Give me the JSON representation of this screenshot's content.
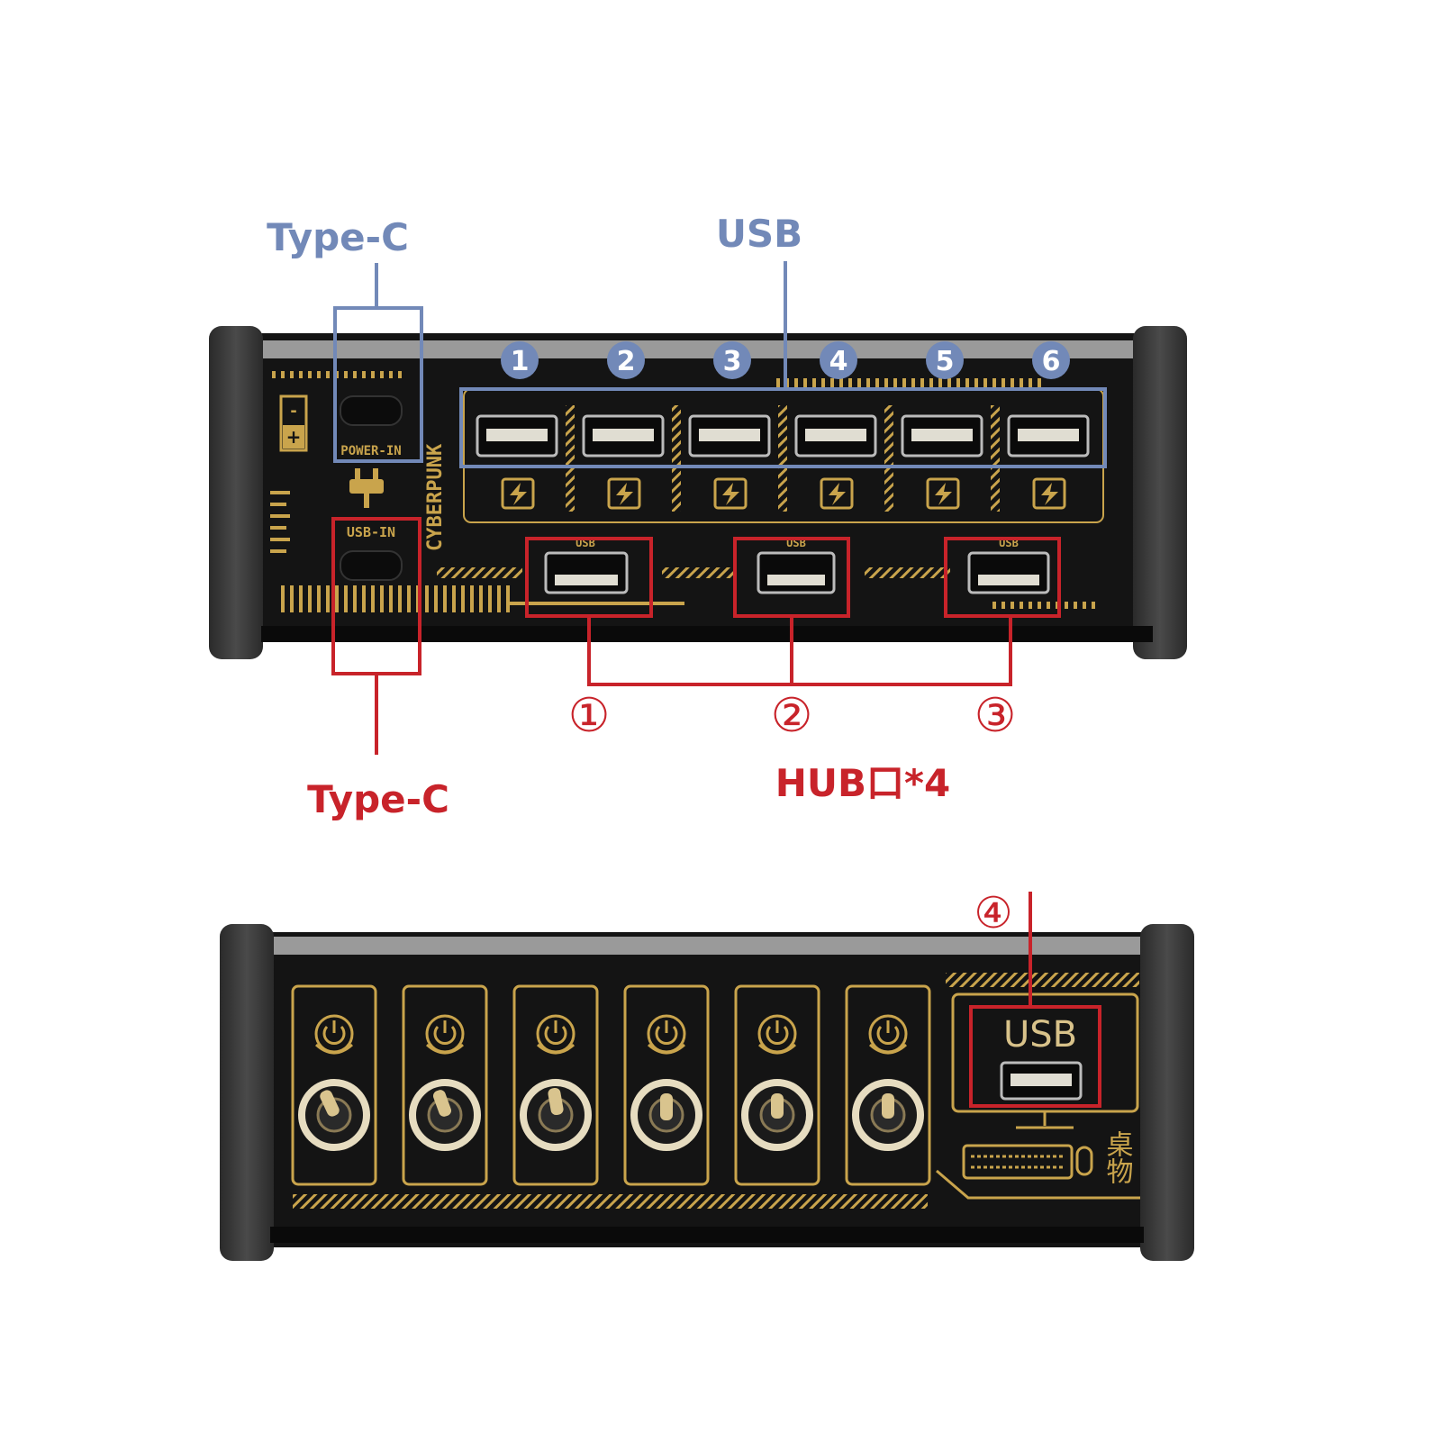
{
  "colors": {
    "blue": "#7289b8",
    "red": "#c8232a",
    "gold": "#c9a44c",
    "body": "#141414",
    "bumper": "#3b3b3b"
  },
  "top_unit": {
    "label_typec_top": "Type-C",
    "label_usb": "USB",
    "brand_text": "CYBERPUNK",
    "port_power_in": "POWER-IN",
    "port_usb_in": "USB-IN",
    "polarity_minus": "-",
    "polarity_plus": "+",
    "usb_numbers": [
      "1",
      "2",
      "3",
      "4",
      "5",
      "6"
    ],
    "hub_port_small_label": "USB",
    "hub_circles": [
      "①",
      "②",
      "③"
    ],
    "label_typec_bottom": "Type-C",
    "label_hub": "HUB口*4",
    "icons": [
      "bolt-icon",
      "plug-icon"
    ]
  },
  "bottom_unit": {
    "circle_4": "④",
    "usb_label": "USB",
    "corner_text": "桌物",
    "switch_count": 6,
    "icons": [
      "power-icon",
      "toggle-switch-icon",
      "monitor-icon",
      "keyboard-icon",
      "mouse-icon"
    ]
  }
}
